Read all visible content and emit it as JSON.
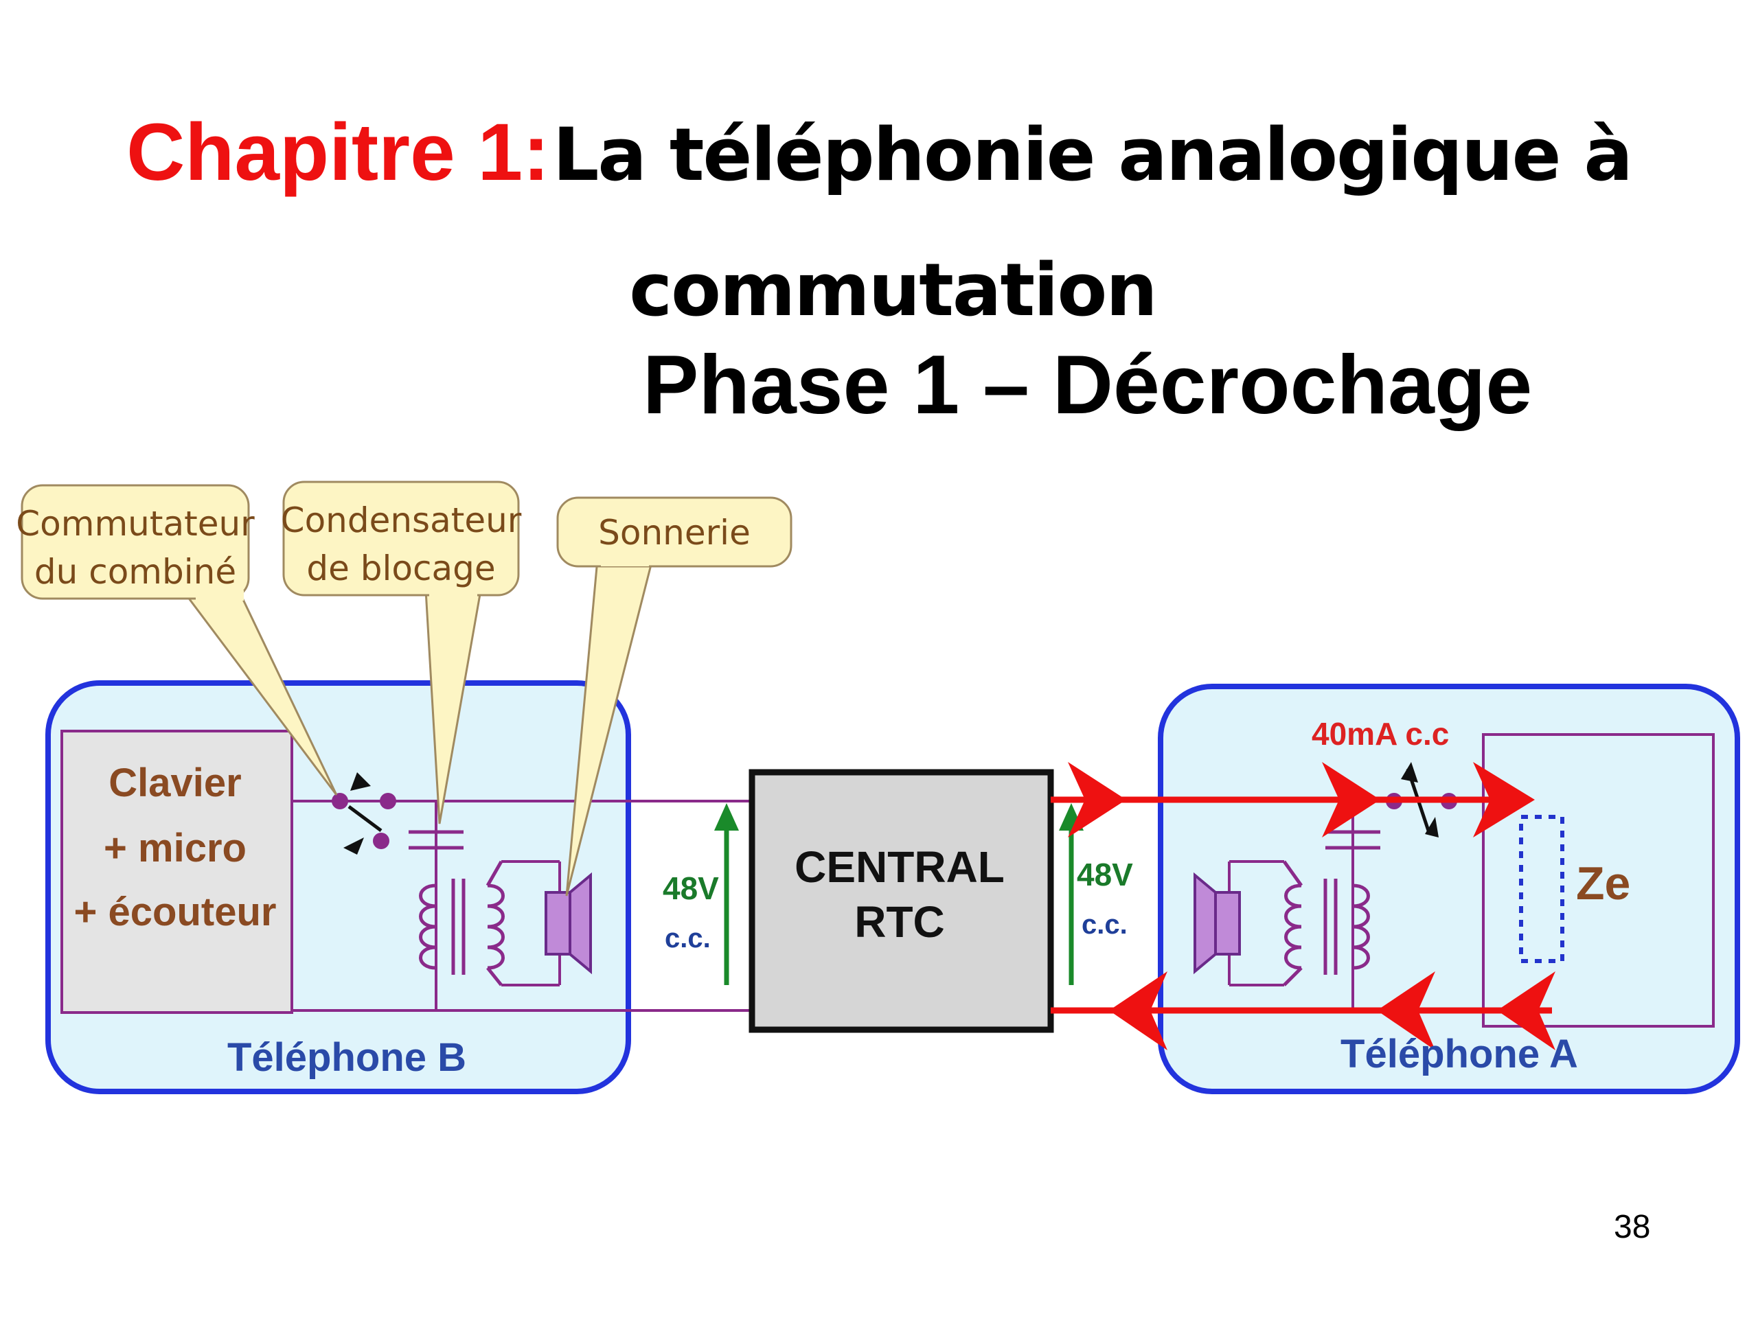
{
  "slide": {
    "title_lead": "Chapitre 1:",
    "title_rest": "La téléphonie analogique à",
    "title_line2": "commutation",
    "subtitle": "Phase 1 – Décrochage",
    "page_number": "38"
  },
  "diagram": {
    "callouts": {
      "switch_line1": "Commutateur",
      "switch_line2": "du combiné",
      "capacitor_line1": "Condensateur",
      "capacitor_line2": "de blocage",
      "ringer": "Sonnerie"
    },
    "phone_b": {
      "label": "Téléphone B",
      "keypad_line1": "Clavier",
      "keypad_line2": "+ micro",
      "keypad_line3": "+ écouteur"
    },
    "central": {
      "line1": "CENTRAL",
      "line2": "RTC"
    },
    "voltage_left": {
      "value": "48V",
      "unit": "c.c."
    },
    "voltage_right": {
      "value": "48V",
      "unit": "c.c."
    },
    "phone_a": {
      "label": "Téléphone A",
      "current": "40mA c.c",
      "impedance": "Ze"
    },
    "colors": {
      "phone_box_fill": "#dff4fb",
      "phone_box_stroke": "#2233dd",
      "line": "#8a2a8a",
      "current_arrow": "#ee1111",
      "voltage_arrow": "#1a8a2a",
      "callout_fill": "#fdf5c4",
      "central_fill": "#d6d6d6"
    }
  }
}
